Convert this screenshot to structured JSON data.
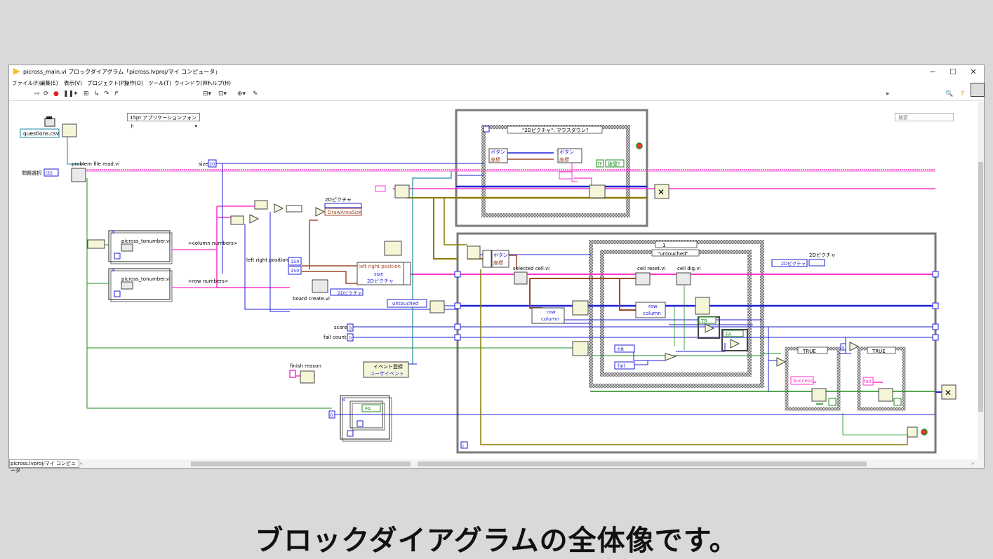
{
  "window": {
    "title": "picross_main.vi ブロックダイアグラム「picross.lvproj/マイ コンピュータ」",
    "minimize": "−",
    "maximize": "☐",
    "close": "✕"
  },
  "menu": [
    "ファイル(F)",
    "編集(E)",
    "表示(V)",
    "プロジェクト(P)",
    "操作(O)",
    "ツール(T)",
    "ウィンドウ(W)",
    "ヘルプ(H)"
  ],
  "toolbar": {
    "font": "15pt アプリケーションフォント",
    "search_placeholder": "検索"
  },
  "statusbar": {
    "project": "picross.lvproj/マイ コンピュータ"
  },
  "diagram": {
    "csv": "questions.csv",
    "problem_select": "問題選択",
    "problem_select_value": "I32",
    "problem_file_read": "problem file read.vi",
    "size_label": "size",
    "size_value": "20",
    "tonumber1": "picross_tonumber.vi",
    "tonumber2": "picross_tonumber.vi",
    "column_numbers": ">column numbers>",
    "row_numbers": ">row numbers>",
    "left_right_position_label": "left right position",
    "lrp_value1": "150",
    "lrp_value2": "150",
    "board_create": "board create.vi",
    "bundle_lrp": "left right position",
    "bundle_size": "size",
    "bundle_picture": "2Dピクチャ",
    "picture_label": "2Dピクチャ",
    "draw_area_size": "DrawAreaSize",
    "picture_ref": "2Dピクチャ",
    "untouched": "untouched",
    "score_label": "score",
    "score_value": "0",
    "fail_count_label": "fail count",
    "fail_count_value": "0",
    "finish_reason": "finish reason",
    "event_register": "イベント登録",
    "user_event": "ユーザイベント",
    "zero": "0",
    "fa": "FA",
    "n_label": "N",
    "i_label": "i",
    "event_case": "\"2Dピクチャ\": マウスダウン?",
    "button1": "ボタン",
    "coord1": "座標",
    "button2": "ボタン",
    "coord2": "座標",
    "destroy": "破棄?",
    "tf": "TF",
    "selected_cell": "selected cell.vi",
    "button3": "ボタン",
    "coord3": "座標",
    "case_one": "1",
    "case_untouched": "\"untouched\"",
    "cell_reset": "cell reset.vi",
    "cell_dig": "cell dig.vi",
    "row1": "row",
    "column1": "column",
    "row2": "row",
    "column2": "column",
    "hit": "hit",
    "fail": "fail",
    "tr": "TR",
    "fa2": "FA",
    "true1": "TRUE",
    "true2": "TRUE",
    "success": "Success",
    "fail_str": "fail",
    "picture_out_label": "2Dピクチャ",
    "picture_out": "2Dピクチャ",
    "three": "3"
  },
  "caption": "ブロックダイアグラムの全体像です。",
  "colors": {
    "pink": "#ff33cc",
    "blue": "#1f1fd6",
    "green": "#1e8c1e",
    "brown": "#9c4a2a",
    "teal": "#1a8aa0",
    "olive": "#8a7a00",
    "frame": "#7a7a7a"
  }
}
